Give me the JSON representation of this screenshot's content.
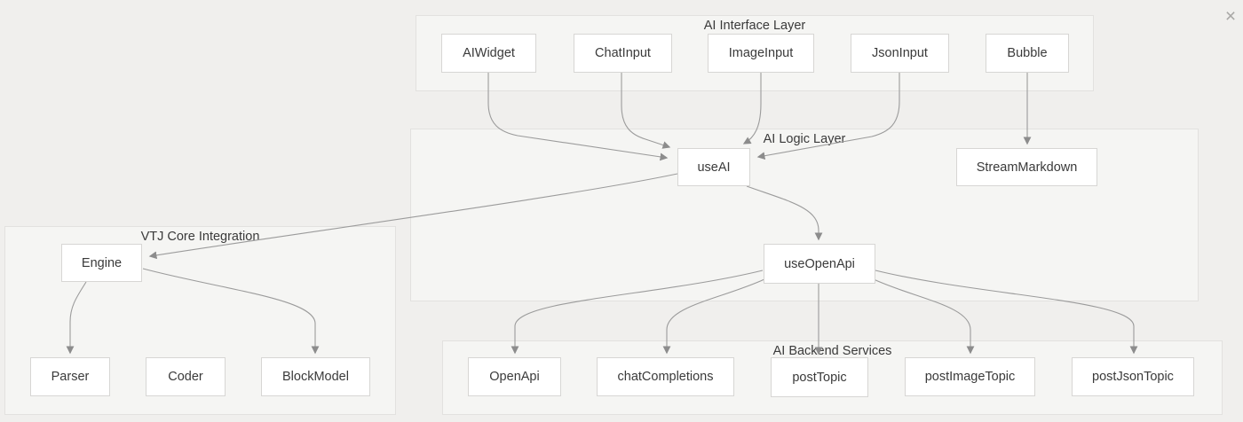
{
  "viewer": {
    "close_icon": "×"
  },
  "colors": {
    "background": "#f0efed",
    "layer_fill": "#f5f5f3",
    "layer_border": "#e2e1df",
    "node_fill": "#ffffff",
    "node_border": "#d7d6d4",
    "edge": "#9b9b9b",
    "arrowhead": "#8c8c8c",
    "text": "#3a3a3a"
  },
  "diagram": {
    "layers": {
      "interface": {
        "label": "AI Interface Layer"
      },
      "logic": {
        "label": "AI Logic Layer"
      },
      "vtj": {
        "label": "VTJ Core Integration"
      },
      "backend": {
        "label": "AI Backend Services"
      }
    },
    "nodes": {
      "aiwidget": {
        "label": "AIWidget"
      },
      "chatinput": {
        "label": "ChatInput"
      },
      "imageinput": {
        "label": "ImageInput"
      },
      "jsoninput": {
        "label": "JsonInput"
      },
      "bubble": {
        "label": "Bubble"
      },
      "useai": {
        "label": "useAI"
      },
      "streammarkdown": {
        "label": "StreamMarkdown"
      },
      "engine": {
        "label": "Engine"
      },
      "useopenapi": {
        "label": "useOpenApi"
      },
      "parser": {
        "label": "Parser"
      },
      "coder": {
        "label": "Coder"
      },
      "blockmodel": {
        "label": "BlockModel"
      },
      "openapi": {
        "label": "OpenApi"
      },
      "chatcompletions": {
        "label": "chatCompletions"
      },
      "posttopic": {
        "label": "postTopic"
      },
      "postimagetopic": {
        "label": "postImageTopic"
      },
      "postjsontopic": {
        "label": "postJsonTopic"
      }
    },
    "edges": [
      {
        "from": "AIWidget",
        "to": "useAI"
      },
      {
        "from": "ChatInput",
        "to": "useAI"
      },
      {
        "from": "ImageInput",
        "to": "useAI"
      },
      {
        "from": "JsonInput",
        "to": "useAI"
      },
      {
        "from": "Bubble",
        "to": "StreamMarkdown"
      },
      {
        "from": "useAI",
        "to": "Engine"
      },
      {
        "from": "useAI",
        "to": "useOpenApi"
      },
      {
        "from": "useOpenApi",
        "to": "OpenApi"
      },
      {
        "from": "useOpenApi",
        "to": "chatCompletions"
      },
      {
        "from": "useOpenApi",
        "to": "postTopic"
      },
      {
        "from": "useOpenApi",
        "to": "postImageTopic"
      },
      {
        "from": "useOpenApi",
        "to": "postJsonTopic"
      },
      {
        "from": "Engine",
        "to": "Parser"
      },
      {
        "from": "Engine",
        "to": "BlockModel"
      }
    ]
  }
}
